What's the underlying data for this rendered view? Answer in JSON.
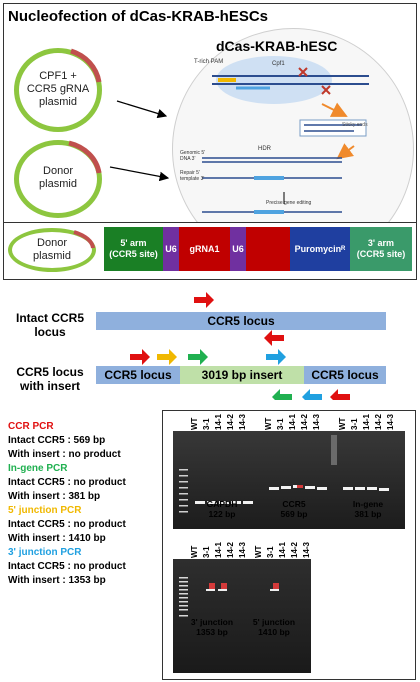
{
  "top": {
    "title": "Nucleofection of dCas-KRAB-hESCs",
    "cell_title": "dCas-KRAB-hESC",
    "plasmid1": [
      "CPF1 +",
      "CCR5 gRNA",
      "plasmid"
    ],
    "plasmid2": [
      "Donor",
      "plasmid"
    ],
    "diagram": {
      "tpam": "T-rich PAM",
      "cpf1": "Cpf1",
      "hdr": "HDR",
      "genomic": [
        "Genomic 5'",
        "DNA 3'"
      ],
      "repair": [
        "Repair 5'",
        "template 3'"
      ],
      "precise": "Precise gene editing",
      "sticky": "Sticky ends"
    }
  },
  "donor": {
    "label": [
      "Donor",
      "plasmid"
    ],
    "segments": [
      {
        "name": "5arm",
        "text": "5' arm\n(CCR5 site)",
        "color": "#1a7f25"
      },
      {
        "name": "u6-1",
        "text": "U6",
        "color": "#7030a0"
      },
      {
        "name": "grna1",
        "text": "gRNA1",
        "color": "#c00000"
      },
      {
        "name": "u6-2",
        "text": "U6",
        "color": "#7030a0"
      },
      {
        "name": "blank",
        "text": "",
        "color": "#c00000"
      },
      {
        "name": "puro",
        "text": "Puromycinᴿ",
        "color": "#1f3fa0"
      },
      {
        "name": "3arm",
        "text": "3' arm\n(CCR5 site)",
        "color": "#3a9a6a"
      }
    ]
  },
  "locus": {
    "intact_label": [
      "Intact CCR5",
      "locus"
    ],
    "intact_bar": "CCR5 locus",
    "insert_label": [
      "CCR5 locus",
      "with insert"
    ],
    "insert_left": "CCR5 locus",
    "insert_mid": "3019 bp insert",
    "insert_right": "CCR5 locus"
  },
  "pcr": [
    {
      "text": "CCR PCR",
      "color": "#e01010"
    },
    {
      "text": "Intact CCR5   : 569 bp",
      "color": "#000000"
    },
    {
      "text": "With insert    : no product",
      "color": "#000000"
    },
    {
      "text": "In-gene PCR",
      "color": "#20b050"
    },
    {
      "text": "Intact CCR5   : no product",
      "color": "#000000"
    },
    {
      "text": "With insert    : 381 bp",
      "color": "#000000"
    },
    {
      "text": "5' junction PCR",
      "color": "#f0b800"
    },
    {
      "text": "Intact CCR5   : no product",
      "color": "#000000"
    },
    {
      "text": "With insert    : 1410 bp",
      "color": "#000000"
    },
    {
      "text": "3' junction PCR",
      "color": "#20a0e0"
    },
    {
      "text": "Intact CCR5   : no product",
      "color": "#000000"
    },
    {
      "text": "With insert    : 1353 bp",
      "color": "#000000"
    }
  ],
  "gel": {
    "top_lanes": [
      "WT",
      "3-1",
      "14-1",
      "14-2",
      "14-3",
      "WT",
      "3-1",
      "14-1",
      "14-2",
      "14-3",
      "WT",
      "3-1",
      "14-1",
      "14-2",
      "14-3"
    ],
    "bottom_lanes": [
      "WT",
      "3-1",
      "14-1",
      "14-2",
      "14-3",
      "WT",
      "3-1",
      "14-1",
      "14-2",
      "14-3"
    ],
    "gapdh": [
      "GAPDH",
      "122 bp"
    ],
    "ccr5": [
      "CCR5",
      "569 bp"
    ],
    "ingene": [
      "In-gene",
      "381 bp"
    ],
    "j3": [
      "3' junction",
      "1353 bp"
    ],
    "j5": [
      "5' junction",
      "1410 bp"
    ]
  },
  "colors": {
    "red": "#e01010",
    "yellow": "#f0b800",
    "green": "#20b050",
    "blue": "#20a0e0"
  }
}
